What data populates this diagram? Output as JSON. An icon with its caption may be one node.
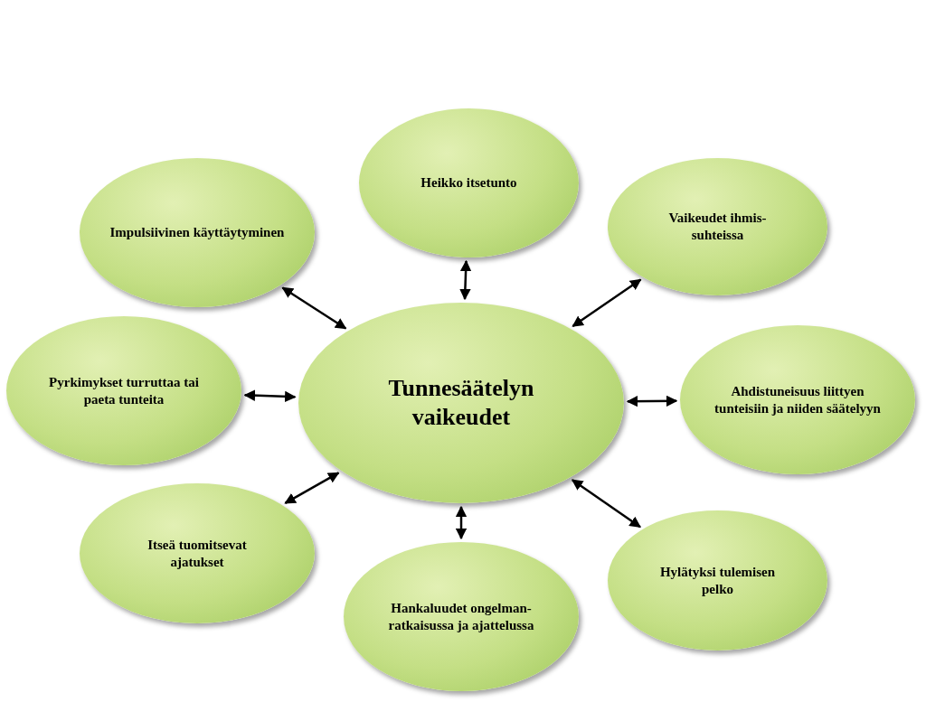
{
  "diagram": {
    "nodes": [
      {
        "text": [
          "Tunnesäätelyn vaikeudet"
        ]
      },
      {
        "text": [
          "Heikko itsetunto"
        ]
      },
      {
        "text": [
          "Vaikeudet ihmis-suhteissa"
        ]
      },
      {
        "text": [
          "Ahdistuneisuus liittyen tunteisiin ja niiden säätelyyn"
        ]
      },
      {
        "text": [
          "Hylätyksi tulemisen pelko"
        ]
      },
      {
        "text": [
          "Hankaluudet ongelman-ratkaisussa ja ajattelussa"
        ]
      },
      {
        "text": [
          "Itseä tuomitsevat ajatukset"
        ]
      },
      {
        "text": [
          "Pyrkimykset turruttaa tai paeta tunteita"
        ]
      },
      {
        "text": [
          "Impulsiivinen käyttäytyminen"
        ]
      }
    ],
    "edges": [
      {
        "from": 0,
        "to": 1,
        "arrow": "both"
      },
      {
        "from": 0,
        "to": 2,
        "arrow": "both"
      },
      {
        "from": 0,
        "to": 3,
        "arrow": "both"
      },
      {
        "from": 0,
        "to": 4,
        "arrow": "both"
      },
      {
        "from": 0,
        "to": 5,
        "arrow": "both"
      },
      {
        "from": 0,
        "to": 6,
        "arrow": "both"
      },
      {
        "from": 0,
        "to": 7,
        "arrow": "both"
      },
      {
        "from": 0,
        "to": 8,
        "arrow": "both"
      }
    ]
  }
}
